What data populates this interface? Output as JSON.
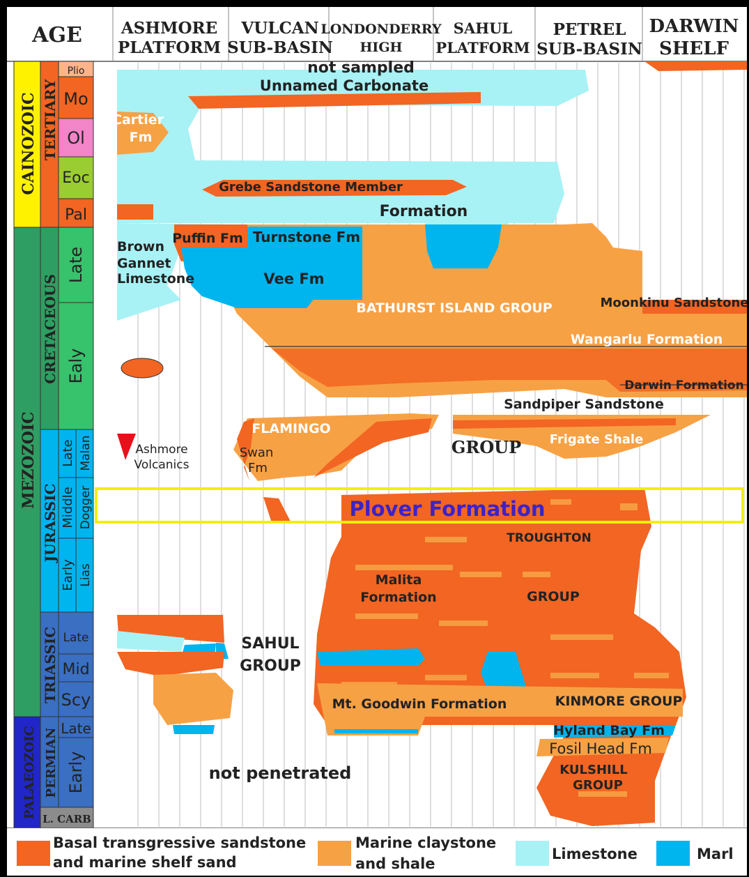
{
  "header": {
    "age": "AGE",
    "columns": [
      {
        "line1": "ASHMORE",
        "line2": "PLATFORM"
      },
      {
        "line1": "VULCAN",
        "line2": "SUB-BASIN"
      },
      {
        "line1": "LONDONDERRY",
        "line2": "HIGH"
      },
      {
        "line1": "SAHUL",
        "line2": "PLATFORM"
      },
      {
        "line1": "PETREL",
        "line2": "SUB-BASIN"
      },
      {
        "line1": "DARWIN",
        "line2": "SHELF"
      }
    ]
  },
  "timescale": {
    "eras": [
      "CAINOZOIC",
      "MEZOZOIC",
      "PALAEOZOIC"
    ],
    "periods": [
      "TERTIARY",
      "CRETACEOUS",
      "JURASSIC",
      "TRIASSIC",
      "PERMIAN",
      "L. CARB"
    ],
    "epochs": [
      "Plio",
      "Mo",
      "Ol",
      "Eoc",
      "Pal",
      "Late",
      "Ealy",
      "Late",
      "Middle",
      "Early",
      "Late",
      "Mid",
      "Scy",
      "Late",
      "Early"
    ],
    "stages": [
      "Malan",
      "Dogger",
      "Lias"
    ]
  },
  "units": {
    "not_sampled": "not sampled",
    "unnamed_carbonate": "Unnamed Carbonate",
    "cartier_1": "Cartier",
    "cartier_2": "Fm",
    "grebe": "Grebe Sandstone Member",
    "formation": "Formation",
    "puffin": "Puffin Fm",
    "turnstone": "Turnstone Fm",
    "brown_gannet_1": "Brown",
    "brown_gannet_2": "Gannet",
    "brown_gannet_3": "Limestone",
    "vee": "Vee Fm",
    "bathurst": "BATHURST ISLAND GROUP",
    "moonkinu": "Moonkinu Sandstone",
    "wangarlu": "Wangarlu Formation",
    "darwin_fm": "Darwin Formation",
    "sandpiper": "Sandpiper Sandstone",
    "flamingo": "FLAMINGO",
    "group": "GROUP",
    "frigate": "Frigate Shale",
    "swan_1": "Swan",
    "swan_2": "Fm",
    "ashmore_volc_1": "Ashmore",
    "ashmore_volc_2": "Volcanics",
    "plover": "Plover Formation",
    "troughton": "TROUGHTON",
    "troughton_group": "GROUP",
    "malita_1": "Malita",
    "malita_2": "Formation",
    "sahul_1": "SAHUL",
    "sahul_2": "GROUP",
    "mt_goodwin": "Mt. Goodwin Formation",
    "kinmore": "KINMORE GROUP",
    "hyland": "Hyland Bay Fm",
    "fosil": "Fosil Head Fm",
    "kulshill_1": "KULSHILL",
    "kulshill_2": "GROUP",
    "not_penetrated": "not penetrated"
  },
  "legend": [
    {
      "line1": "Basal transgressive sandstone",
      "line2": "and marine shelf sand",
      "color": "#F26522"
    },
    {
      "line1": "Marine claystone",
      "line2": "and shale",
      "color": "#F7A145"
    },
    {
      "line1": "Limestone",
      "line2": "",
      "color": "#A8F2F5"
    },
    {
      "line1": "Marl",
      "line2": "",
      "color": "#00B4EE"
    }
  ],
  "colors": {
    "sand": "#F26522",
    "shale": "#F7A145",
    "limestone": "#A8F2F5",
    "marl": "#00B4EE",
    "highlight": "#F2F000",
    "plover_text": "#3D22C8"
  }
}
